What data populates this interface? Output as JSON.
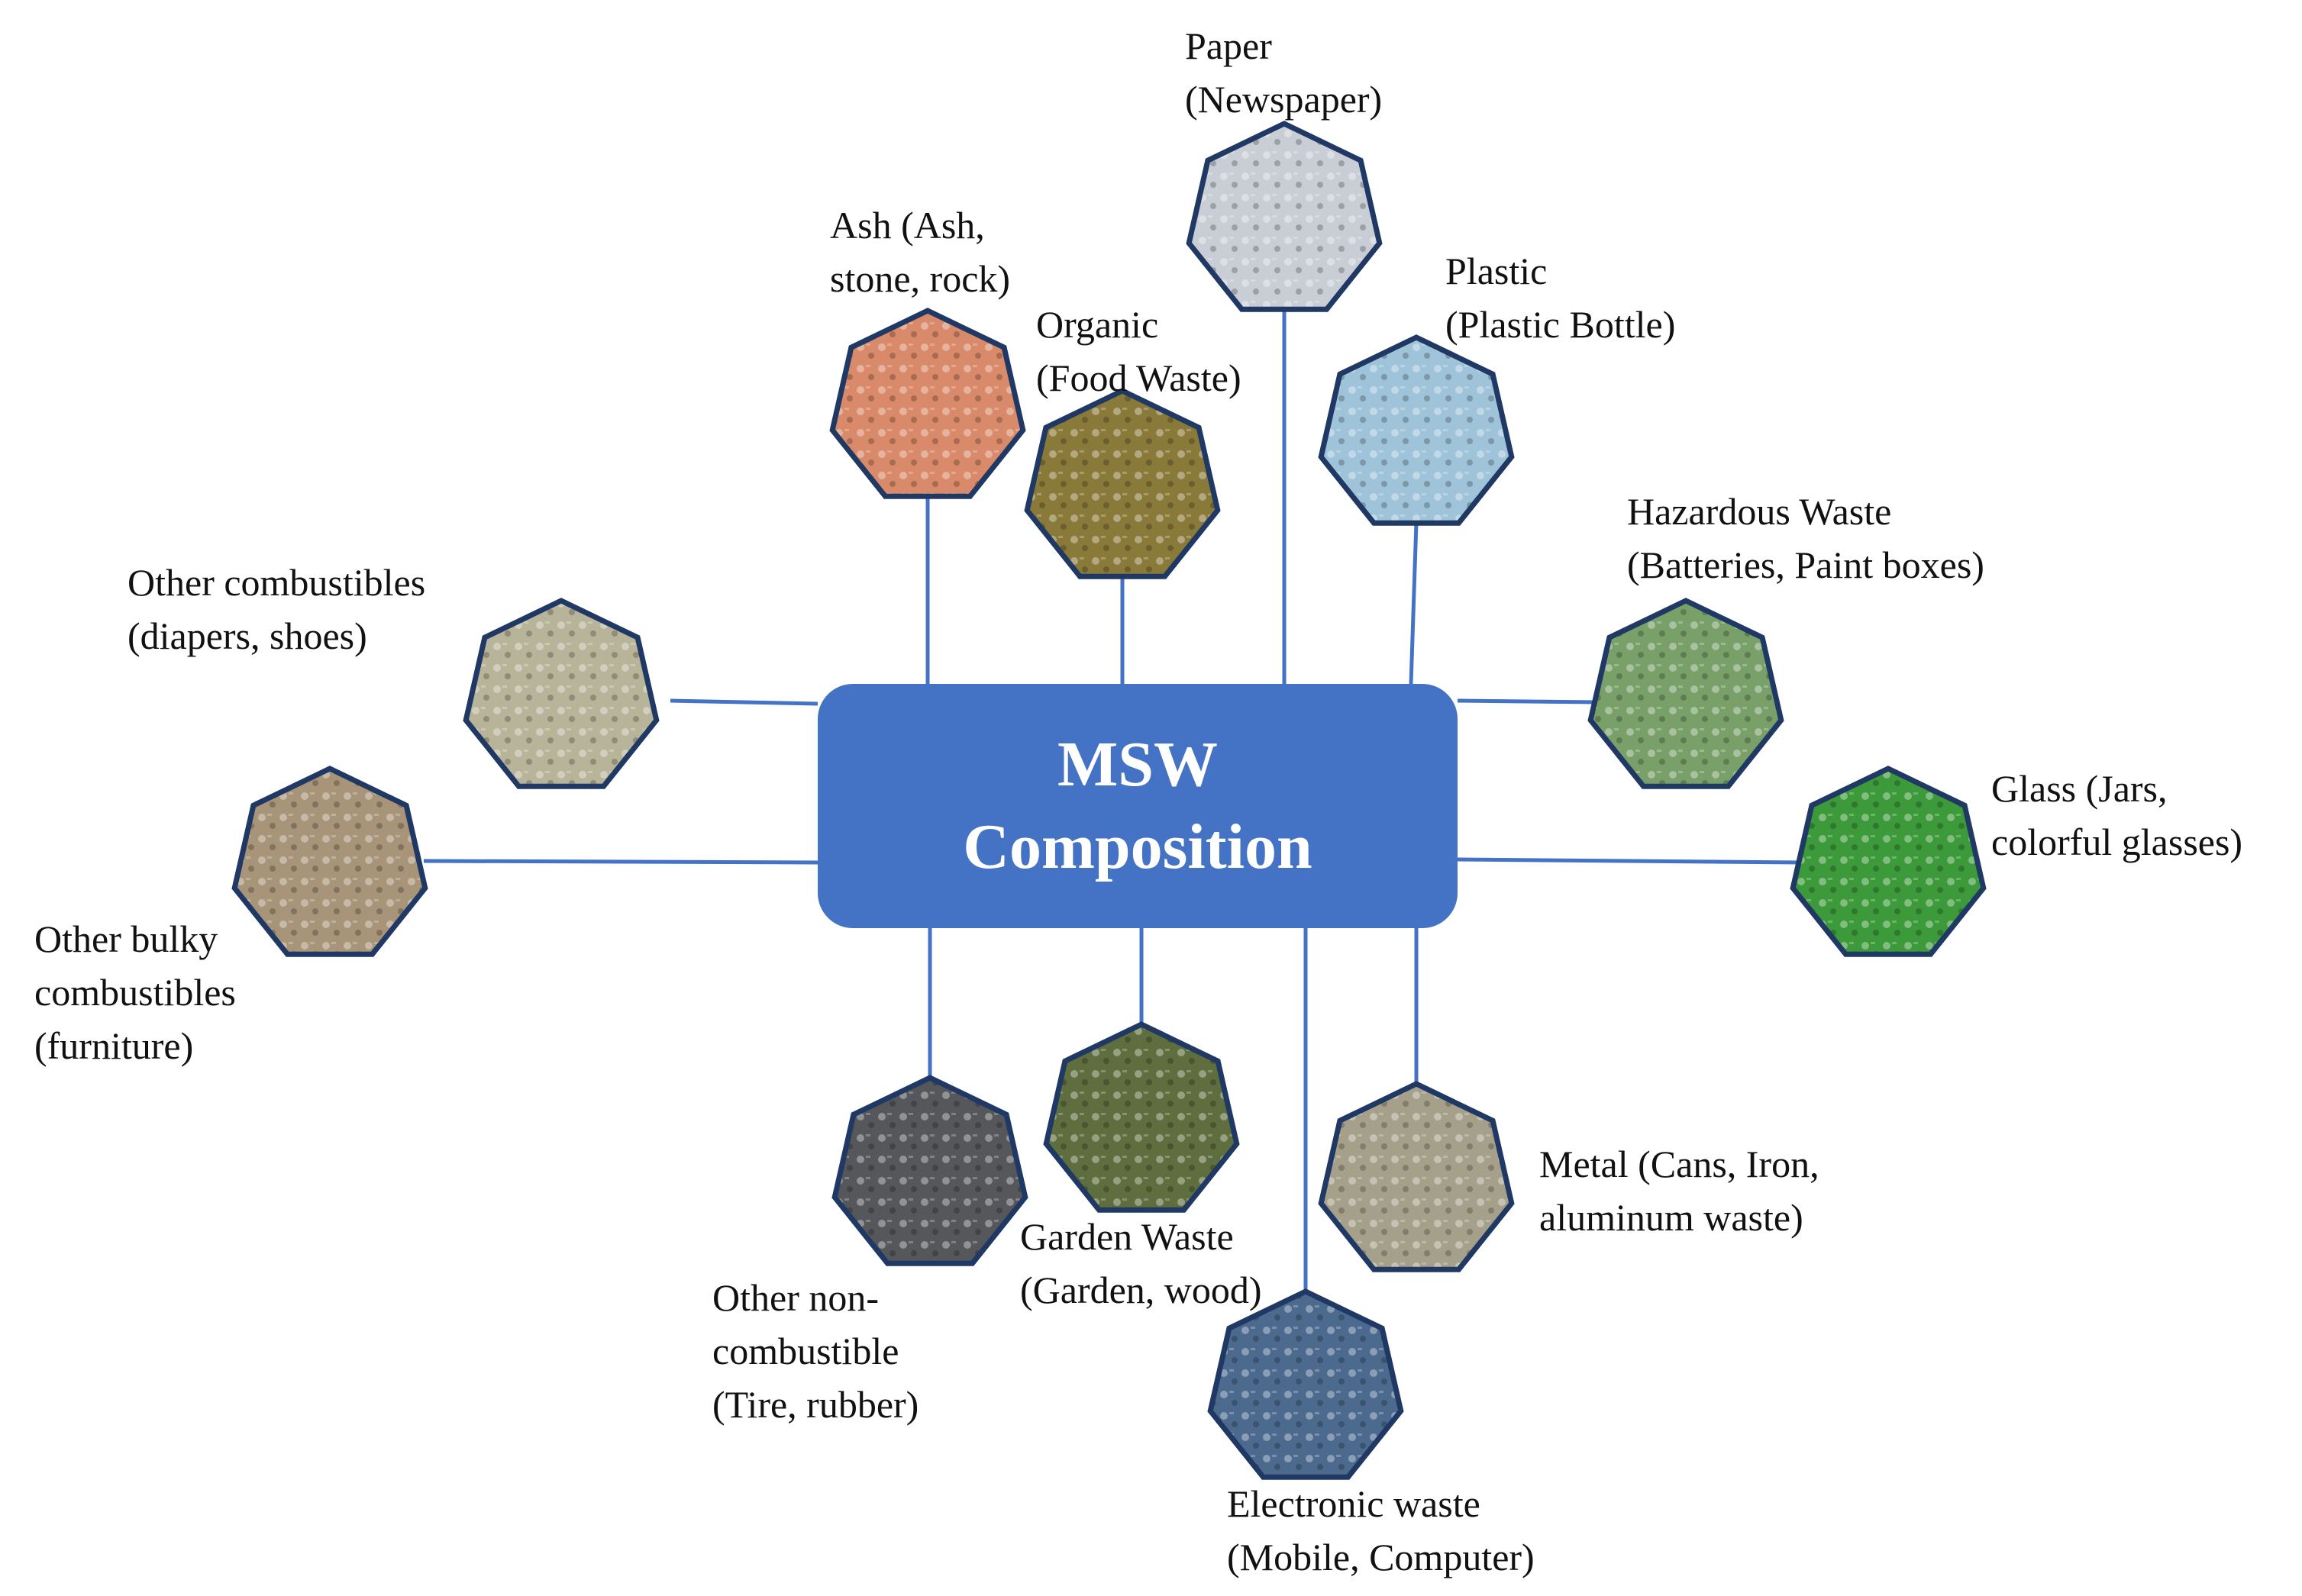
{
  "center": {
    "line1": "MSW",
    "line2": "Composition",
    "color": "#4472c4"
  },
  "connector_color": "#4472c4",
  "hexagon_border_color": "#1f3864",
  "categories": [
    {
      "id": "paper",
      "lines": [
        "Paper",
        "(Newspaper)"
      ],
      "image": "crumpled-paper-basket-image",
      "color": "#c9ced6"
    },
    {
      "id": "ash",
      "lines": [
        "Ash (Ash,",
        "stone, rock)"
      ],
      "image": "burning-ash-image",
      "color": "#d98a6a"
    },
    {
      "id": "organic",
      "lines": [
        "Organic",
        "(Food Waste)"
      ],
      "image": "food-scraps-image",
      "color": "#8a7a3a"
    },
    {
      "id": "plastic",
      "lines": [
        "Plastic",
        "(Plastic Bottle)"
      ],
      "image": "plastic-bottles-image",
      "color": "#9fc3d8"
    },
    {
      "id": "hazardous",
      "lines": [
        "Hazardous Waste",
        "(Batteries, Paint boxes)"
      ],
      "image": "batteries-paint-boxes-image",
      "color": "#7aa06a"
    },
    {
      "id": "other-combustibles",
      "lines": [
        "Other combustibles",
        "(diapers, shoes)"
      ],
      "image": "diapers-shoes-image",
      "color": "#b8b49a"
    },
    {
      "id": "glass",
      "lines": [
        "Glass (Jars,",
        "colorful glasses)"
      ],
      "image": "glass-bottles-image",
      "color": "#3c9a3a"
    },
    {
      "id": "other-bulky",
      "lines": [
        "Other bulky",
        "combustibles",
        "(furniture)"
      ],
      "image": "furniture-pile-image",
      "color": "#a89478"
    },
    {
      "id": "other-noncombustible",
      "lines": [
        "Other non-",
        "combustible",
        "(Tire, rubber)"
      ],
      "image": "tire-pile-image",
      "color": "#55575a"
    },
    {
      "id": "garden",
      "lines": [
        "Garden Waste",
        "(Garden, wood)"
      ],
      "image": "compost-bin-image",
      "color": "#5e6e3e"
    },
    {
      "id": "metal",
      "lines": [
        "Metal (Cans, Iron,",
        "aluminum waste)"
      ],
      "image": "crushed-cans-image",
      "color": "#a6a08a"
    },
    {
      "id": "electronic",
      "lines": [
        "Electronic waste",
        "(Mobile, Computer)"
      ],
      "image": "electronics-pile-image",
      "color": "#4c6a8e"
    }
  ]
}
